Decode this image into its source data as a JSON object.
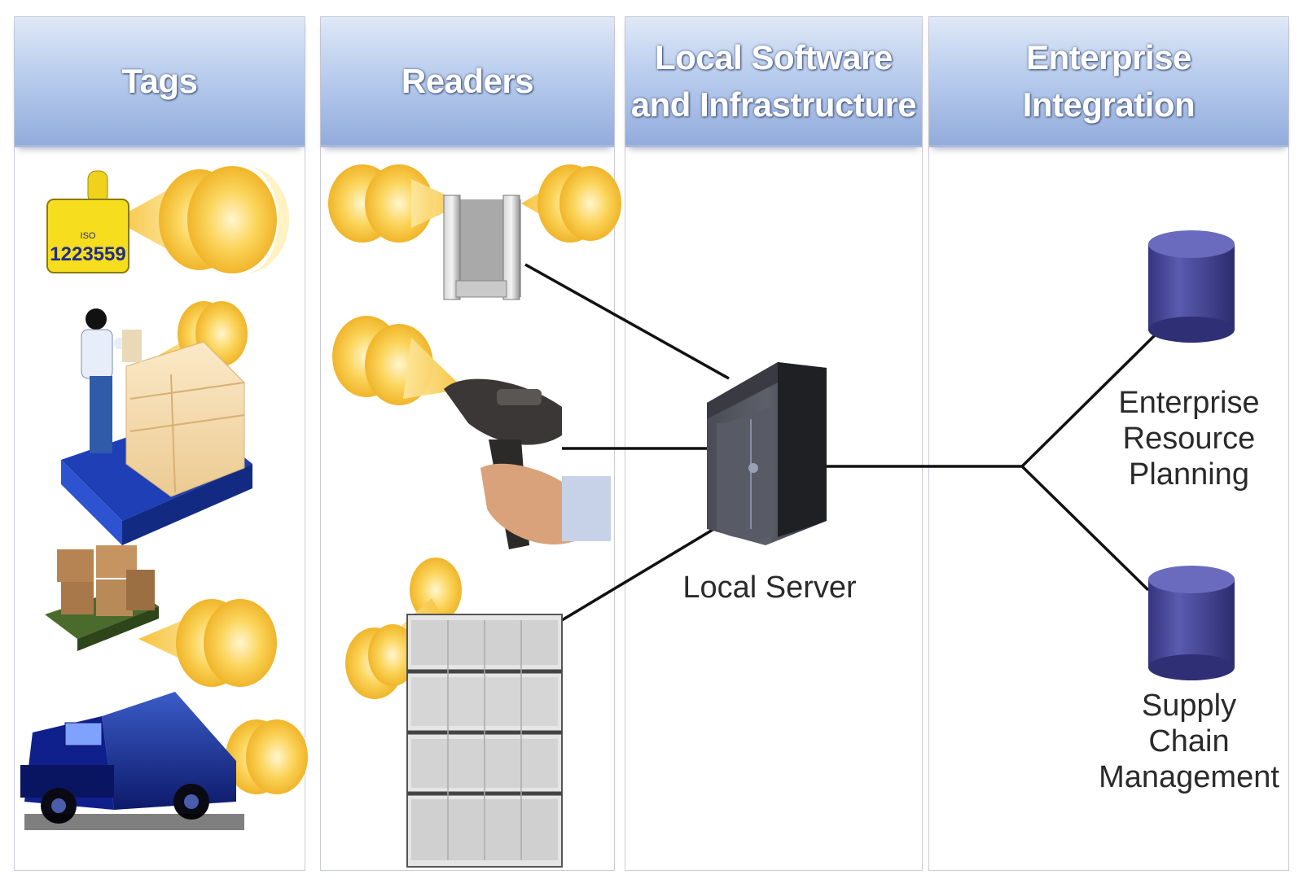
{
  "columns": {
    "tags": {
      "title": "Tags"
    },
    "readers": {
      "title": "Readers"
    },
    "local": {
      "title_line1": "Local Software",
      "title_line2": "and Infrastructure"
    },
    "enterprise": {
      "title_line1": "Enterprise",
      "title_line2": "Integration"
    }
  },
  "tag_label": {
    "line1": "ISO",
    "line2": "1223559"
  },
  "labels": {
    "local_server": "Local Server",
    "erp": [
      "Enterprise",
      "Resource",
      "Planning"
    ],
    "scm": [
      "Supply",
      "Chain",
      "Management"
    ]
  },
  "colors": {
    "header_top": "#dfe8f7",
    "header_bottom": "#93acdc",
    "signal": "#f7c63b",
    "database": "#4a4a9e",
    "server": "#2e2e33",
    "connector": "#111111"
  }
}
